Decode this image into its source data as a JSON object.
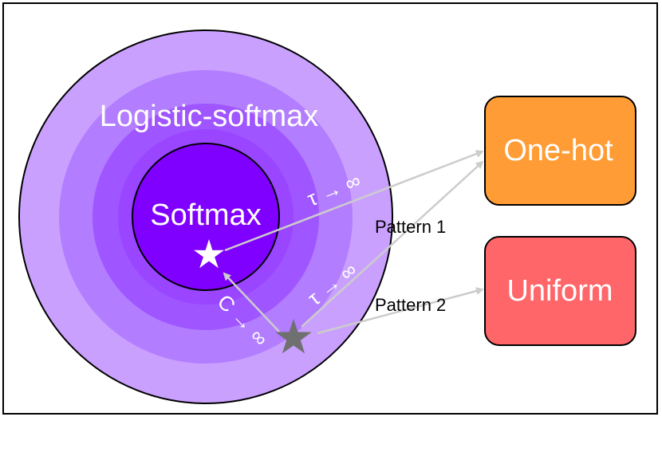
{
  "labels": {
    "outer": "Logistic-softmax",
    "inner": "Softmax",
    "one_hot": "One-hot",
    "uniform": "Uniform",
    "pattern1": "Pattern 1",
    "pattern2": "Pattern 2",
    "tau_to_inf_upper": "τ → ∞",
    "tau_to_inf_lower": "τ → ∞",
    "c_to_inf": "C → ∞"
  },
  "colors": {
    "ring_outer": "#caa0ff",
    "ring_2": "#b27dff",
    "ring_3": "#9f55ff",
    "ring_4": "#9a45ff",
    "softmax_core": "#8000ff",
    "one_hot_box": "#ff9c35",
    "uniform_box": "#ff6669",
    "arrow": "#cccccc",
    "star_white": "#ffffff",
    "star_gray": "#707070"
  },
  "icons": {
    "softmax_point": "star-icon",
    "logistic_point": "star-icon"
  }
}
